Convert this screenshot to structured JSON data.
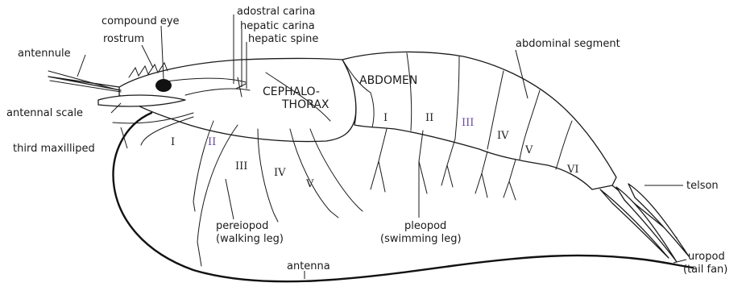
{
  "diagram": {
    "labels": {
      "compound_eye": "compound eye",
      "rostrum": "rostrum",
      "adrostral_carina": "adostral carina",
      "hepatic_carina": "hepatic carina",
      "hepatic_spine": "hepatic spine",
      "antennule": "antennule",
      "antennal_scale": "antennal scale",
      "third_maxilliped": "third maxilliped",
      "cephalothorax_1": "CEPHALO-",
      "cephalothorax_2": "THORAX",
      "abdomen": "ABDOMEN",
      "abdominal_segment": "abdominal segment",
      "telson": "telson",
      "pereiopod_1": "pereiopod",
      "pereiopod_2": "(walking leg)",
      "pleopod_1": "pleopod",
      "pleopod_2": "(swimming leg)",
      "antenna": "antenna",
      "uropod_1": "uropod",
      "uropod_2": "(tail fan)"
    },
    "leg_numerals": [
      "I",
      "II",
      "III",
      "IV",
      "V"
    ],
    "segment_numerals": [
      "I",
      "II",
      "III",
      "IV",
      "V",
      "VI"
    ]
  }
}
